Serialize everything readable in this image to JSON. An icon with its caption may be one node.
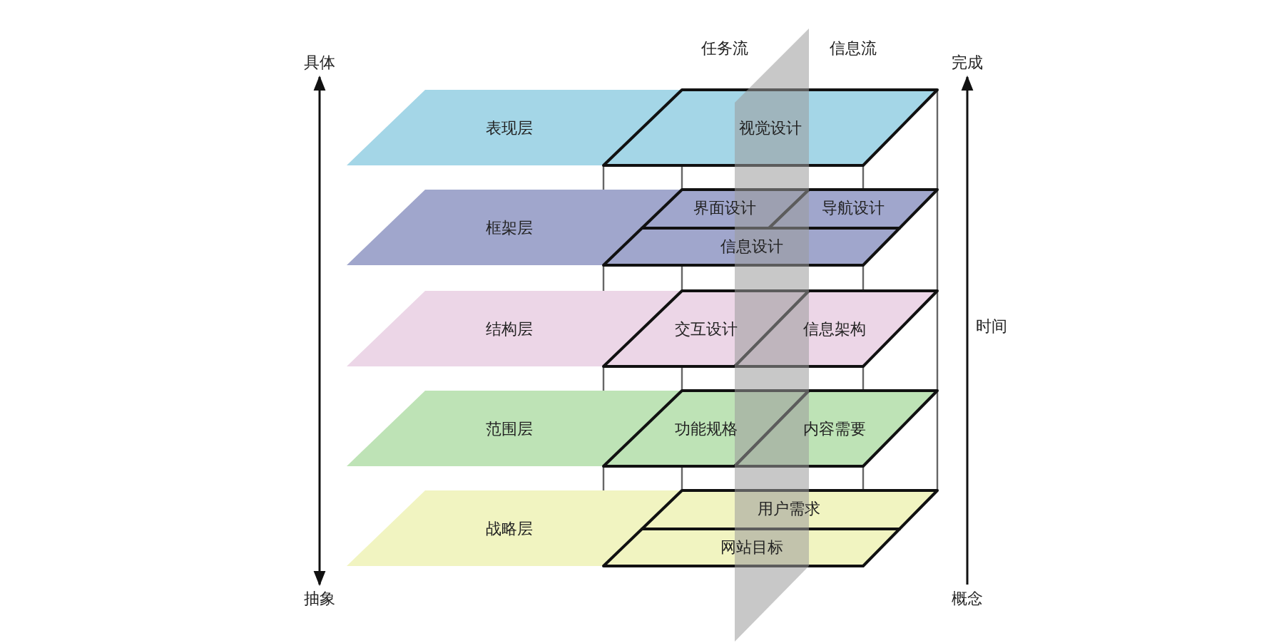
{
  "diagram": {
    "nodes": [
      {
        "text": [
          "表现层"
        ]
      },
      {
        "text": [
          "视觉设计"
        ],
        "in": 0
      },
      {
        "text": [
          "框架层"
        ]
      },
      {
        "text": [
          "界面设计"
        ],
        "in": 2
      },
      {
        "text": [
          "导航设计"
        ],
        "in": 2
      },
      {
        "text": [
          "信息设计"
        ],
        "in": 2
      },
      {
        "text": [
          "结构层"
        ]
      },
      {
        "text": [
          "交互设计"
        ],
        "in": 6
      },
      {
        "text": [
          "信息架构"
        ],
        "in": 6
      },
      {
        "text": [
          "范围层"
        ]
      },
      {
        "text": [
          "功能规格"
        ],
        "in": 9
      },
      {
        "text": [
          "内容需要"
        ],
        "in": 9
      },
      {
        "text": [
          "战略层"
        ]
      },
      {
        "text": [
          "用户需求"
        ],
        "in": 12
      },
      {
        "text": [
          "网站目标"
        ],
        "in": 12
      }
    ],
    "labels": [
      "具体",
      "任务流",
      "信息流",
      "完成",
      "时间",
      "抽象",
      "概念"
    ]
  }
}
